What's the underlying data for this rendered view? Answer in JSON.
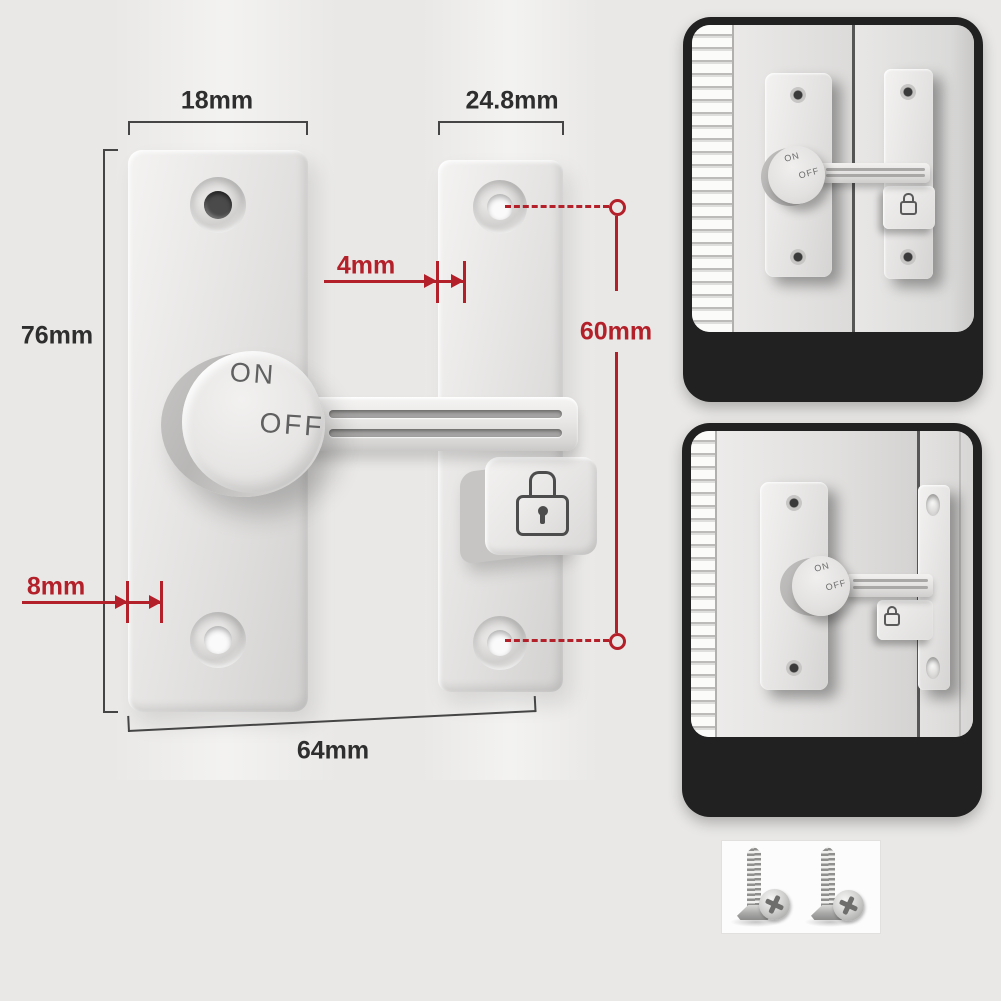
{
  "colors": {
    "background": "#e9e8e6",
    "accent_red": "#b4202a",
    "dim_line": "#454545",
    "frame_dark": "#212121",
    "hardware_light": "#e8e7e6"
  },
  "diagram": {
    "labels": {
      "left_plate_width": "18mm",
      "right_plate_width": "24.8mm",
      "plate_height": "76mm",
      "bar_gap": "4mm",
      "hole_spacing": "60mm",
      "edge_offset": "8mm",
      "overall_width": "64mm"
    },
    "knob": {
      "on": "ON",
      "off": "OFF"
    },
    "icons": {
      "lock": "padlock-icon"
    }
  },
  "photo_top": {
    "knob_on": "ON",
    "knob_off": "OFF"
  },
  "photo_bottom": {
    "knob_on": "ON",
    "knob_off": "OFF"
  }
}
